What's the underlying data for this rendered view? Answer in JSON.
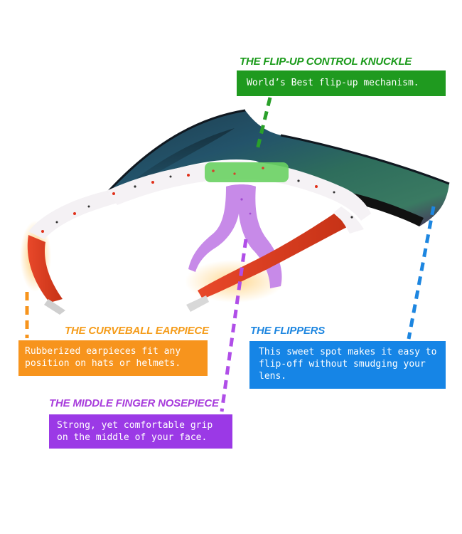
{
  "callouts": {
    "knuckle": {
      "title": "THE FLIP-UP CONTROL KNUCKLE",
      "description": "World’s Best flip-up mechanism.",
      "color": "#1f9a1f"
    },
    "earpiece": {
      "title": "THE CURVEBALL EARPIECE",
      "description": "Rubberized earpieces fit any position on hats or helmets.",
      "color": "#f7941d"
    },
    "flippers": {
      "title": "THE FLIPPERS",
      "description": "This sweet spot makes it easy to flip-off without smudging your lens.",
      "color": "#1685e6"
    },
    "nosepiece": {
      "title": "THE MIDDLE FINGER NOSEPIECE",
      "description": "Strong, yet comfortable grip on the middle of your face.",
      "color": "#9b39e6"
    }
  }
}
